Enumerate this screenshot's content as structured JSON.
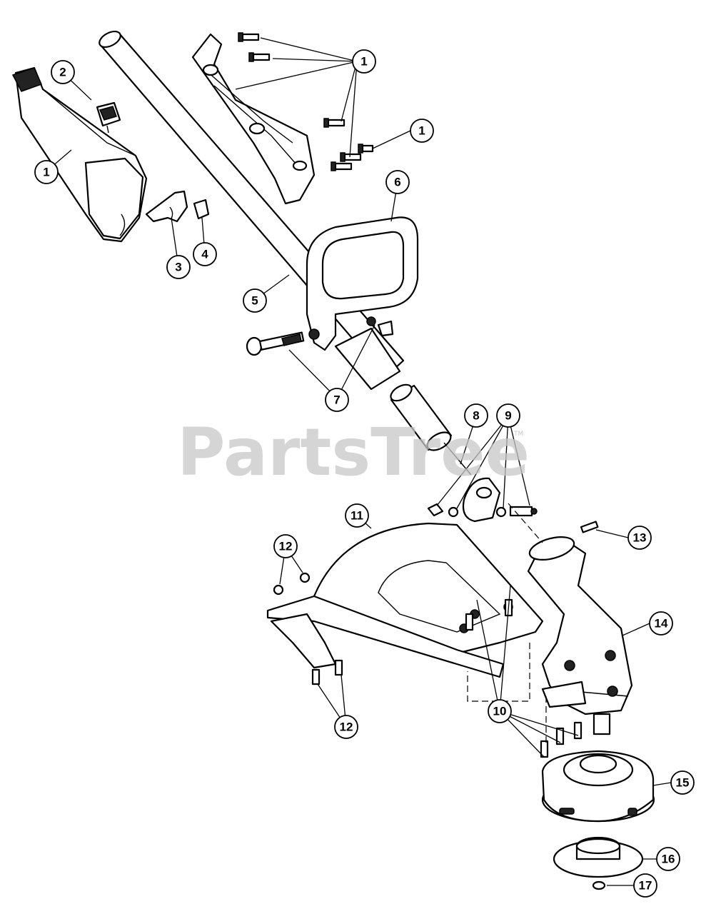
{
  "watermark": {
    "text": "PartsTree",
    "mark": "TM"
  },
  "callouts": [
    {
      "id": "c1a",
      "label": "1"
    },
    {
      "id": "c1b",
      "label": "1"
    },
    {
      "id": "c1c",
      "label": "1"
    },
    {
      "id": "c2",
      "label": "2"
    },
    {
      "id": "c3",
      "label": "3"
    },
    {
      "id": "c4",
      "label": "4"
    },
    {
      "id": "c5",
      "label": "5"
    },
    {
      "id": "c6",
      "label": "6"
    },
    {
      "id": "c7",
      "label": "7"
    },
    {
      "id": "c8",
      "label": "8"
    },
    {
      "id": "c9",
      "label": "9"
    },
    {
      "id": "c10",
      "label": "10"
    },
    {
      "id": "c11",
      "label": "11"
    },
    {
      "id": "c12a",
      "label": "12"
    },
    {
      "id": "c12b",
      "label": "12"
    },
    {
      "id": "c13",
      "label": "13"
    },
    {
      "id": "c14",
      "label": "14"
    },
    {
      "id": "c15",
      "label": "15"
    },
    {
      "id": "c16",
      "label": "16"
    },
    {
      "id": "c17",
      "label": "17"
    }
  ]
}
